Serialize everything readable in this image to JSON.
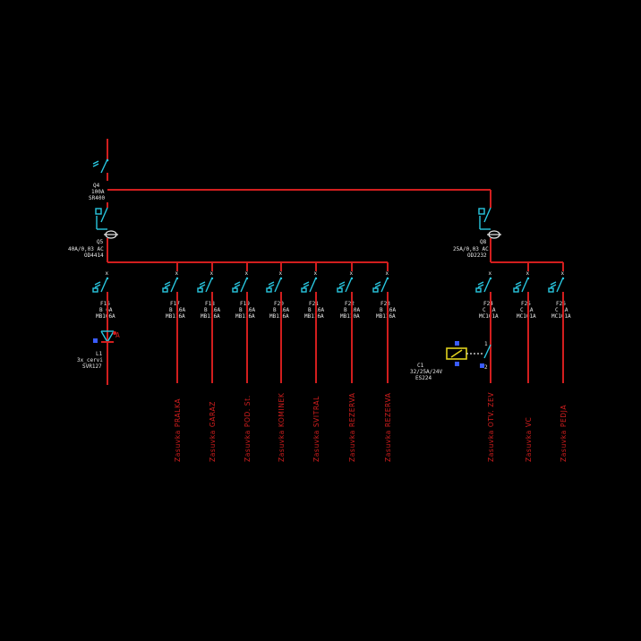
{
  "diagram": {
    "colors": {
      "background": "#000000",
      "wire": "#d21e1e",
      "symbol": "#29c7e0",
      "label": "#e8e8e8",
      "coil": "#e0d21e",
      "terminal": "#3a5cff"
    },
    "main_switch": {
      "id": "Q4",
      "rating": "100A",
      "type": "SR400"
    },
    "rcd_main": {
      "id": "Q5",
      "rating": "40A/0,03 AC",
      "type": "OD4414"
    },
    "rcd_right": {
      "id": "Q8",
      "rating": "25A/0,03 AC",
      "type": "OD2232"
    },
    "contactor": {
      "id": "C1",
      "rating": "32/25A/24V",
      "type": "ES224"
    },
    "light_fixture": {
      "id": "L1",
      "desc": "3x_cervi",
      "type": "SVR127"
    },
    "left_breakers": [
      {
        "id": "F16",
        "rating": "B 6A",
        "type": "MB106A",
        "circuit": ""
      },
      {
        "id": "F17",
        "rating": "B 16A",
        "type": "MB116A",
        "circuit": "Zasuvka PRALKA"
      },
      {
        "id": "F18",
        "rating": "B 16A",
        "type": "MB116A",
        "circuit": "Zasuvka GARAZ"
      },
      {
        "id": "F19",
        "rating": "B 16A",
        "type": "MB116A",
        "circuit": "Zasuvka POD. St."
      },
      {
        "id": "F20",
        "rating": "B 16A",
        "type": "MB116A",
        "circuit": "Zasuvka KOMINEK"
      },
      {
        "id": "F21",
        "rating": "B 16A",
        "type": "MB116A",
        "circuit": "Zasuvka SVITRAL"
      },
      {
        "id": "F22",
        "rating": "B 10A",
        "type": "MB110A",
        "circuit": "Zasuvka REZERVA"
      },
      {
        "id": "F23",
        "rating": "B 16A",
        "type": "MB116A",
        "circuit": "Zasuvka REZERVA"
      }
    ],
    "right_breakers": [
      {
        "id": "F24",
        "rating": "C 1A",
        "type": "MC101A",
        "circuit": "Zasuvka OTV. ZEV"
      },
      {
        "id": "F25",
        "rating": "C 1A",
        "type": "MC101A",
        "circuit": "Zasuvka VC"
      },
      {
        "id": "F26",
        "rating": "C 1A",
        "type": "MC101A",
        "circuit": "Zasuvka PEDJA"
      }
    ],
    "terminal_marks": {
      "a": "A",
      "b": "1",
      "c": "2"
    }
  }
}
